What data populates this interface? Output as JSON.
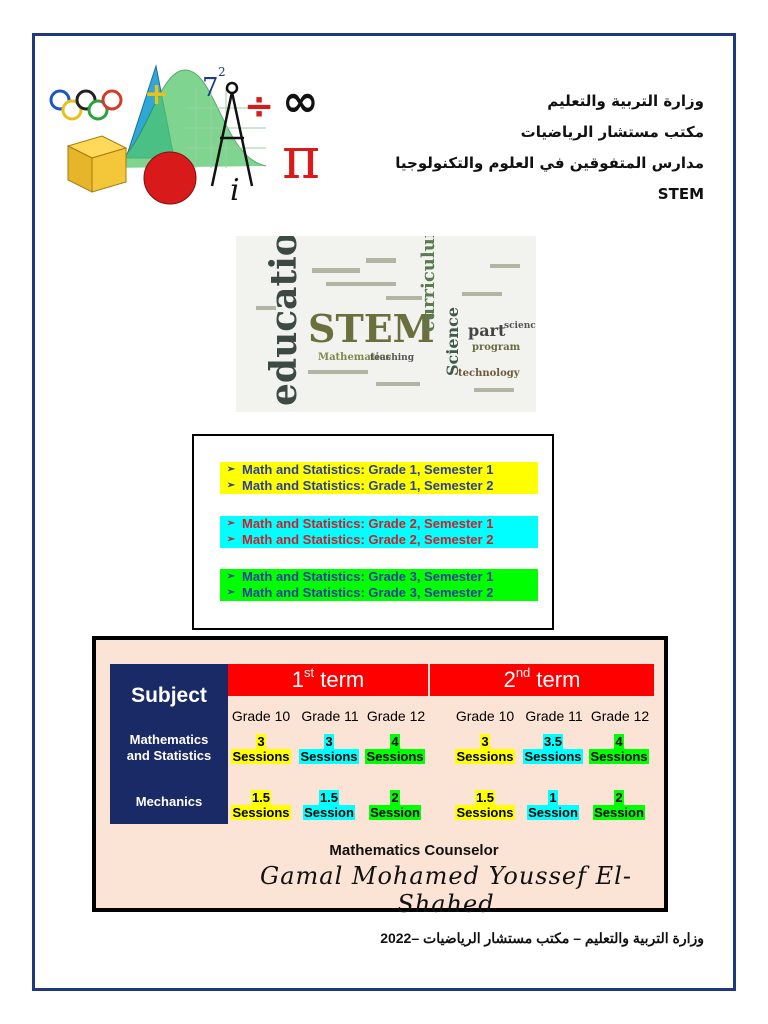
{
  "header": {
    "line1": "وزارة التربية والتعليم",
    "line2": "مكتب مستشار الرياضيات",
    "line3": "مدارس المتفوقين في العلوم والتكنولوجيا STEM"
  },
  "logo": {
    "glyphs": [
      "7",
      "2",
      "÷",
      "∞",
      "π",
      "i",
      "+"
    ]
  },
  "word_cloud": {
    "words": [
      "education",
      "STEM",
      "curriculum",
      "Science",
      "part",
      "science",
      "program",
      "Mathematics",
      "teaching",
      "technology"
    ]
  },
  "topics": [
    {
      "text": "Math and Statistics: Grade 1, Semester 1",
      "color": "yellow"
    },
    {
      "text": "Math and Statistics: Grade 1, Semester 2",
      "color": "yellow"
    },
    {
      "text": "Math and Statistics: Grade 2, Semester 1",
      "color": "cyan"
    },
    {
      "text": "Math and Statistics: Grade 2, Semester 2",
      "color": "cyan"
    },
    {
      "text": "Math and Statistics: Grade 3, Semester 1",
      "color": "green"
    },
    {
      "text": "Math and Statistics: Grade 3, Semester 2",
      "color": "green"
    }
  ],
  "schedule": {
    "subject_header": "Subject",
    "term1": {
      "num": "1",
      "sup": "st",
      "label": "term"
    },
    "term2": {
      "num": "2",
      "sup": "nd",
      "label": "term"
    },
    "grades": [
      "Grade 10",
      "Grade 11",
      "Grade 12",
      "Grade 10",
      "Grade 11",
      "Grade 12"
    ],
    "rows": [
      {
        "label_line1": "Mathematics",
        "label_line2": "and Statistics",
        "cells": [
          {
            "value": "3",
            "unit": "Sessions",
            "bg": "yellow"
          },
          {
            "value": "3",
            "unit": "Sessions",
            "bg": "cyan"
          },
          {
            "value": "4",
            "unit": "Sessions",
            "bg": "green"
          },
          {
            "value": "3",
            "unit": "Sessions",
            "bg": "yellow"
          },
          {
            "value": "3.5",
            "unit": "Sessions",
            "bg": "cyan"
          },
          {
            "value": "4",
            "unit": "Sessions",
            "bg": "green"
          }
        ]
      },
      {
        "label_line1": "Mechanics",
        "label_line2": "",
        "cells": [
          {
            "value": "1.5",
            "unit": "Sessions",
            "bg": "yellow"
          },
          {
            "value": "1.5",
            "unit": "Session",
            "bg": "cyan"
          },
          {
            "value": "2",
            "unit": "Session",
            "bg": "green"
          },
          {
            "value": "1.5",
            "unit": "Sessions",
            "bg": "yellow"
          },
          {
            "value": "1",
            "unit": "Session",
            "bg": "cyan"
          },
          {
            "value": "2",
            "unit": "Session",
            "bg": "green"
          }
        ]
      }
    ],
    "counselor_title": "Mathematics Counselor",
    "counselor_name": "Gamal Mohamed Youssef El-Shahed"
  },
  "footer": "وزارة التربية والتعليم – مكتب مستشار الرياضيات –2022"
}
